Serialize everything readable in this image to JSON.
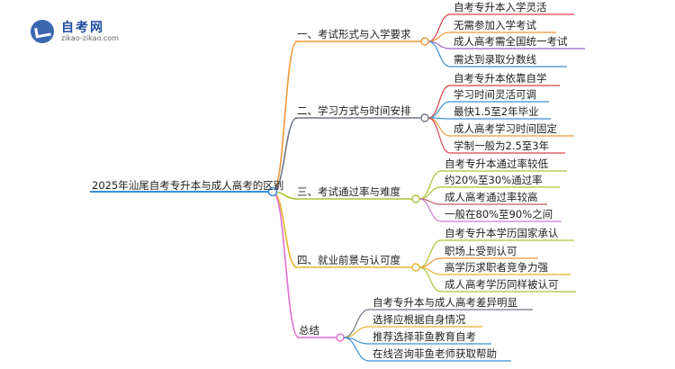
{
  "logo": {
    "title": "自考网",
    "url": "zikao-zikao.com"
  },
  "root": "2025年汕尾自考专升本与成人高考的区别",
  "branches": [
    {
      "label": "一、考试形式与入学要求",
      "color": "#f0973a",
      "children": [
        "自考专升本入学灵活",
        "无需参加入学考试",
        "成人高考需全国统一考试",
        "需达到录取分数线"
      ]
    },
    {
      "label": "二、学习方式与时间安排",
      "color": "#6f7787",
      "children": [
        "自考专升本依靠自学",
        "学习时间灵活可调",
        "最快1.5至2年毕业",
        "成人高考学习时间固定",
        "学制一般为2.5至3年"
      ]
    },
    {
      "label": "三、考试通过率与难度",
      "color": "#a9c437",
      "children": [
        "自考专升本通过率较低",
        "约20%至30%通过率",
        "成人高考通过率较高",
        "一般在80%至90%之间"
      ]
    },
    {
      "label": "四、就业前景与认可度",
      "color": "#e6b52c",
      "children": [
        "自考专升本学历国家承认",
        "职场上受到认可",
        "高学历求职者竞争力强",
        "成人高考学历同样被认可"
      ]
    },
    {
      "label": "总结",
      "color": "#e26fd2",
      "children": [
        "自考专升本与成人高考差异明显",
        "选择应根据自身情况",
        "推荐选择菲鱼教育自考",
        "在线咨询菲鱼老师获取帮助"
      ]
    }
  ],
  "colors": {
    "root_line": "#3a8fd6",
    "b1_children": [
      "#d9434a",
      "#f0973a",
      "#9a62c9",
      "#3d8fd3"
    ],
    "b2_children": [
      "#d9434a",
      "#3d8fd3",
      "#3d8fd3",
      "#f0973a",
      "#d9434a"
    ],
    "b3_children": [
      "#a9c437",
      "#a9c437",
      "#c05a5a",
      "#d27ad0"
    ],
    "b4_children": [
      "#a9c437",
      "#f0973a",
      "#e6b52c",
      "#a9c437"
    ],
    "b5_children": [
      "#6f7787",
      "#e6b52c",
      "#3d8fd3",
      "#3d8fd3"
    ]
  }
}
